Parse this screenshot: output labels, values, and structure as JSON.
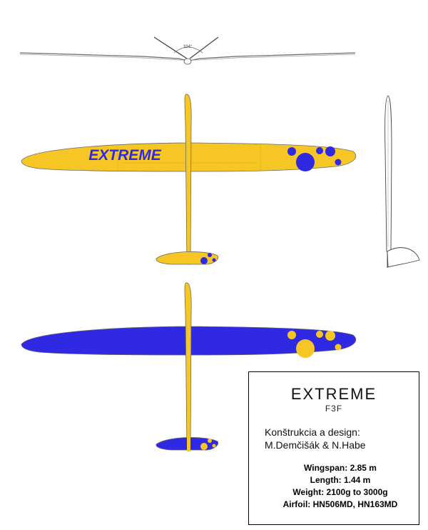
{
  "drawing": {
    "dihedral_label": "104°",
    "wing_logo": "EXTREME",
    "colors": {
      "yellow": "#f6c625",
      "blue": "#2f29e3",
      "outline": "#6a6a6a"
    }
  },
  "title_block": {
    "title": "EXTREME",
    "subtitle": "F3F",
    "design_line1": "Konštrukcia a design:",
    "design_line2": "M.Demčišák & N.Habe",
    "wingspan": "Wingspan: 2.85 m",
    "length": "Length: 1.44 m",
    "weight": "Weight: 2100g to 3000g",
    "airfoil": "Airfoil: HN506MD, HN163MD"
  }
}
